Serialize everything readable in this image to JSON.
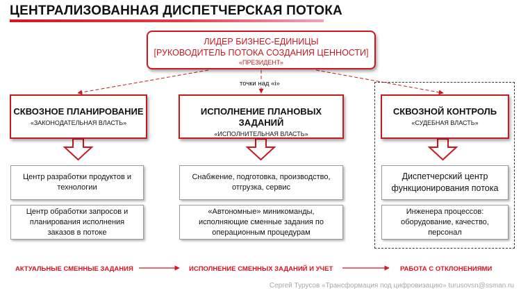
{
  "header": {
    "title": "ЦЕНТРАЛИЗОВАННАЯ ДИСПЕТЧЕРСКАЯ  ПОТОКА"
  },
  "leader": {
    "line1": "ЛИДЕР БИЗНЕС-ЕДИНИЦЫ",
    "line2": "[РУКОВОДИТЕЛЬ ПОТОКА СОЗДАНИЯ ЦЕННОСТИ]",
    "line3": "«ПРЕЗИДЕНТ»"
  },
  "connector_label": "точки над «i»",
  "columns": [
    {
      "heading": "СКВОЗНОЕ ПЛАНИРОВАНИЕ",
      "subheading": "«ЗАКОНОДАТЕЛЬНАЯ ВЛАСТЬ»",
      "box1": "Центр разработки продуктов и технологии",
      "box2": "Центр обработки запросов и планирования исполнения заказов в потоке"
    },
    {
      "heading": "ИСПОЛНЕНИЕ ПЛАНОВЫХ ЗАДАНИЙ",
      "subheading": "«ИСПОЛНИТЕЛЬНАЯ ВЛАСТЬ»",
      "box1": "Снабжение,  подготовка, производство, отгрузка, сервис",
      "box2": "«Автономные»  миникоманды, исполняющие сменные задания по операционным  процедурам"
    },
    {
      "heading": "СКВОЗНОЙ КОНТРОЛЬ",
      "subheading": "«СУДЕБНАЯ ВЛАСТЬ»",
      "box1": "Диспетчерский центр функционирования потока",
      "box2": "Инженера процессов: оборудование, качество, персонал"
    }
  ],
  "flow": {
    "step1": "АКТУАЛЬНЫЕ СМЕННЫЕ ЗАДАНИЯ",
    "step2": "ИСПОЛНЕНИЕ СМЕННЫХ ЗАДАНИЙ И УЧЕТ",
    "step3": "РАБОТА С ОТКЛОНЕНИЯМИ"
  },
  "footer": "Сергей Турусов «Трансформация под цифровизацию» turusovsn@ssman.ru",
  "colors": {
    "accent": "#c8191f",
    "flow_text": "#d6151f",
    "footer_text": "#a8a8a8"
  }
}
